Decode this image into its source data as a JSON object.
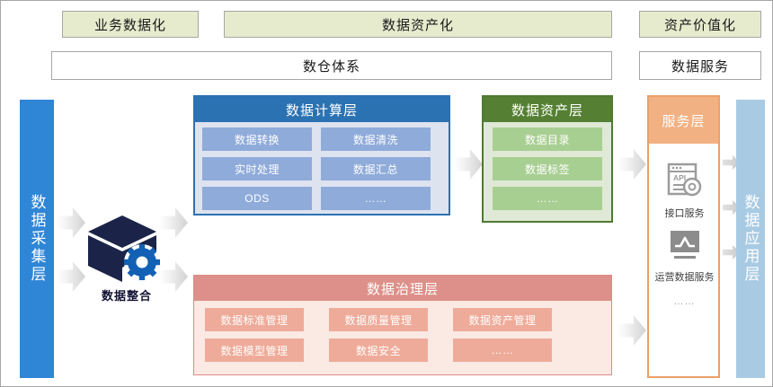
{
  "top_phases": [
    {
      "label": "业务数据化"
    },
    {
      "label": "数据资产化"
    },
    {
      "label": "资产价值化"
    }
  ],
  "second_row": [
    {
      "label": "数仓体系"
    },
    {
      "label": "数据服务"
    }
  ],
  "collect_layer": {
    "label": "数据采集层",
    "color": "#3086d6"
  },
  "integration": {
    "label": "数据整合",
    "icon": "cube-gear-icon"
  },
  "compute_layer": {
    "title": "数据计算层",
    "color": "#2b72b3",
    "tiles": [
      {
        "label": "数据转换"
      },
      {
        "label": "数据清洗"
      },
      {
        "label": "实时处理"
      },
      {
        "label": "数据汇总"
      },
      {
        "label": "ODS"
      },
      {
        "label": "……"
      }
    ]
  },
  "asset_layer": {
    "title": "数据资产层",
    "color": "#558034",
    "tiles": [
      {
        "label": "数据目录"
      },
      {
        "label": "数据标签"
      },
      {
        "label": "……"
      }
    ]
  },
  "governance_layer": {
    "title": "数据治理层",
    "color": "#dd9089",
    "tiles": [
      {
        "label": "数据标准管理"
      },
      {
        "label": "数据质量管理"
      },
      {
        "label": "数据资产管理"
      },
      {
        "label": "数据模型管理"
      },
      {
        "label": "数据安全"
      },
      {
        "label": "……"
      }
    ]
  },
  "service_layer": {
    "title": "服务层",
    "color": "#f2b183",
    "items": [
      {
        "label": "接口服务",
        "icon": "api-window-gear-icon"
      },
      {
        "label": "运营数据服务",
        "icon": "monitor-chart-icon"
      }
    ],
    "more": "……"
  },
  "app_layer": {
    "label": "数据应用层",
    "color": "#a8cbe3"
  }
}
